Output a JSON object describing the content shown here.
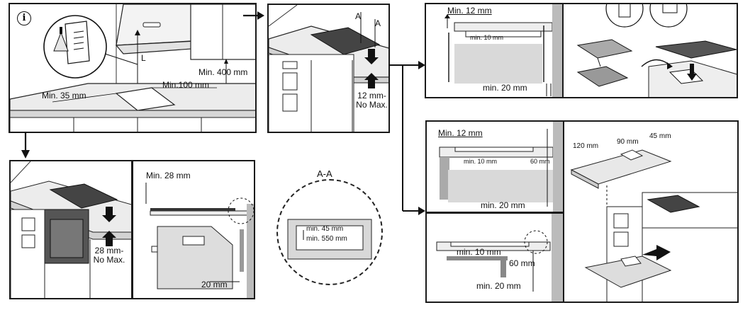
{
  "info_symbol": "i",
  "panel1": {
    "min_400": "Min. 400 mm",
    "min_100": "Min.100 mm",
    "min_35": "Min. 35 mm",
    "letter_L": "L"
  },
  "panel2": {
    "section_a1": "A",
    "section_a2": "A",
    "thickness": "12 mm-\nNo Max."
  },
  "panel3": {
    "min_12": "Min. 12 mm",
    "min_10": "min. 10 mm",
    "min_20": "min. 20 mm"
  },
  "panel5": {
    "thickness": "28 mm-\nNo Max."
  },
  "panel6": {
    "min_28": "Min. 28 mm",
    "mm_20": "20 mm"
  },
  "detail": {
    "title": "A-A",
    "min_45": "min. 45 mm",
    "min_550": "min. 550 mm"
  },
  "panel7": {
    "min_12": "Min. 12 mm",
    "min_10": "min. 10 mm",
    "mm_60": "60 mm",
    "min_20": "min. 20 mm"
  },
  "panel8": {
    "mm_120": "120 mm",
    "mm_90": "90 mm",
    "mm_45": "45 mm"
  },
  "panel9": {
    "min_10": "min. 10 mm",
    "mm_60": "60 mm",
    "min_20": "min. 20 mm"
  }
}
